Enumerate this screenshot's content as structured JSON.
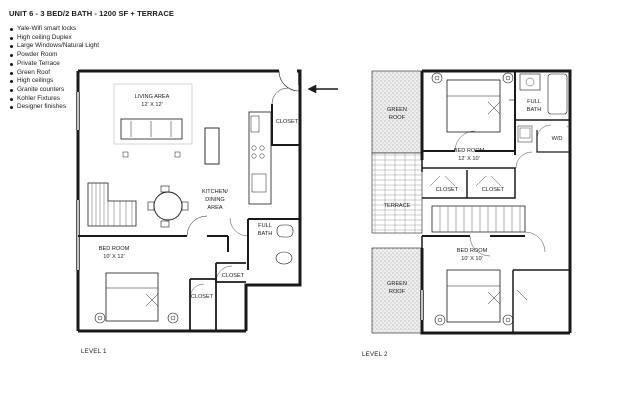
{
  "title": "UNIT 6 - 3 BED/2 BATH - 1200 SF + TERRACE",
  "features": [
    "Yale-Wifi smart locks",
    "High ceiling Duplex",
    "Large Windows/Natural Light",
    "Powder Room",
    "Private Terrace",
    "Green Roof",
    "High ceilings",
    "Granite counters",
    "Kohler Fixtures",
    "Designer finishes"
  ],
  "level1": {
    "label": "LEVEL 1",
    "rooms": {
      "living_area": "LIVING AREA",
      "living_size": "12' X 12'",
      "closet_top": "CLOSET",
      "kitchen_line1": "KITCHEN/",
      "kitchen_line2": "DINING",
      "kitchen_line3": "AREA",
      "full_bath_1": "FULL",
      "full_bath_2": "BATH",
      "bedroom": "BED ROOM",
      "bedroom_size": "10' X 12'",
      "closet_mid": "CLOSET",
      "closet_low": "CLOSET"
    }
  },
  "level2": {
    "label": "LEVEL 2",
    "rooms": {
      "green_roof_top_1": "GREEN",
      "green_roof_top_2": "ROOF",
      "bedroom_top": "BED ROOM",
      "bedroom_top_size": "12' X 10'",
      "full_bath_1": "FULL",
      "full_bath_2": "BATH",
      "wd": "W/D",
      "closet_a": "CLOSET",
      "closet_b": "CLOSET",
      "terrace": "TERRACE",
      "bedroom_bottom": "BED ROOM",
      "bedroom_bottom_size": "10' X 10'",
      "green_roof_bottom_1": "GREEN",
      "green_roof_bottom_2": "ROOF"
    }
  }
}
